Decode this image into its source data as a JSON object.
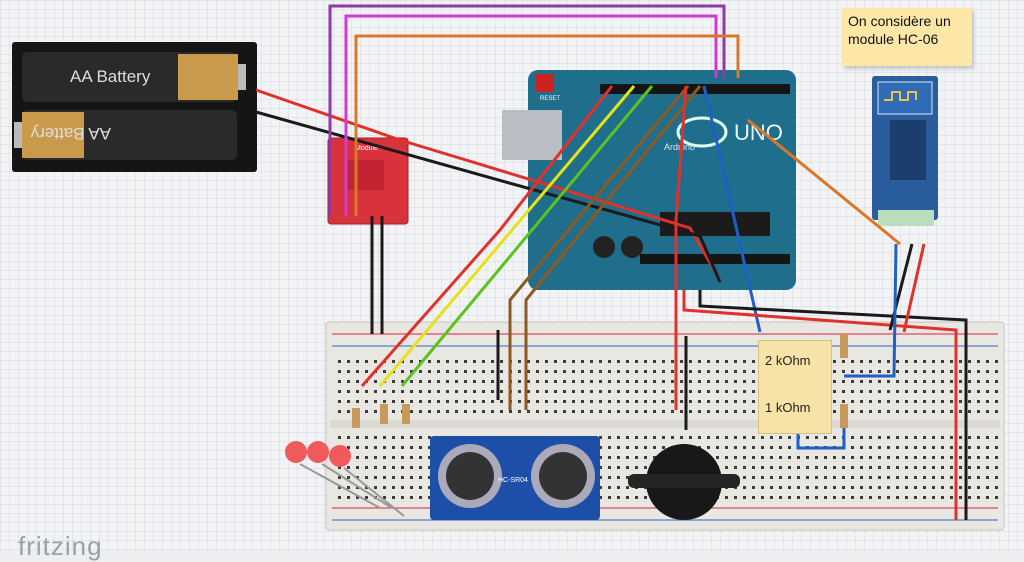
{
  "battery": {
    "top_label": "AA Battery",
    "bottom_label": "AA Battery"
  },
  "module_label": "Module",
  "arduino": {
    "brand": "UNO",
    "sub": "Arduino",
    "reset": "RESET"
  },
  "note": {
    "line1": "On considère un",
    "line2": "module HC-06"
  },
  "resistor_labels": {
    "r1": "2 kOhm",
    "r2": "1 kOhm"
  },
  "sensor_label": "HC-SR04",
  "footer_brand": "fritzing",
  "colors": {
    "red": "#e0312b",
    "black": "#1a1a1a",
    "yellow": "#e6e21a",
    "green": "#5cc21f",
    "brown": "#8a5a22",
    "orange": "#d9772a",
    "purple": "#8e3aa8",
    "magenta": "#d13ad1",
    "blue": "#1f5fc8",
    "arduino": "#1f6e8c",
    "bluetooth": "#2a5d9e",
    "sensor": "#1e4fa8"
  }
}
